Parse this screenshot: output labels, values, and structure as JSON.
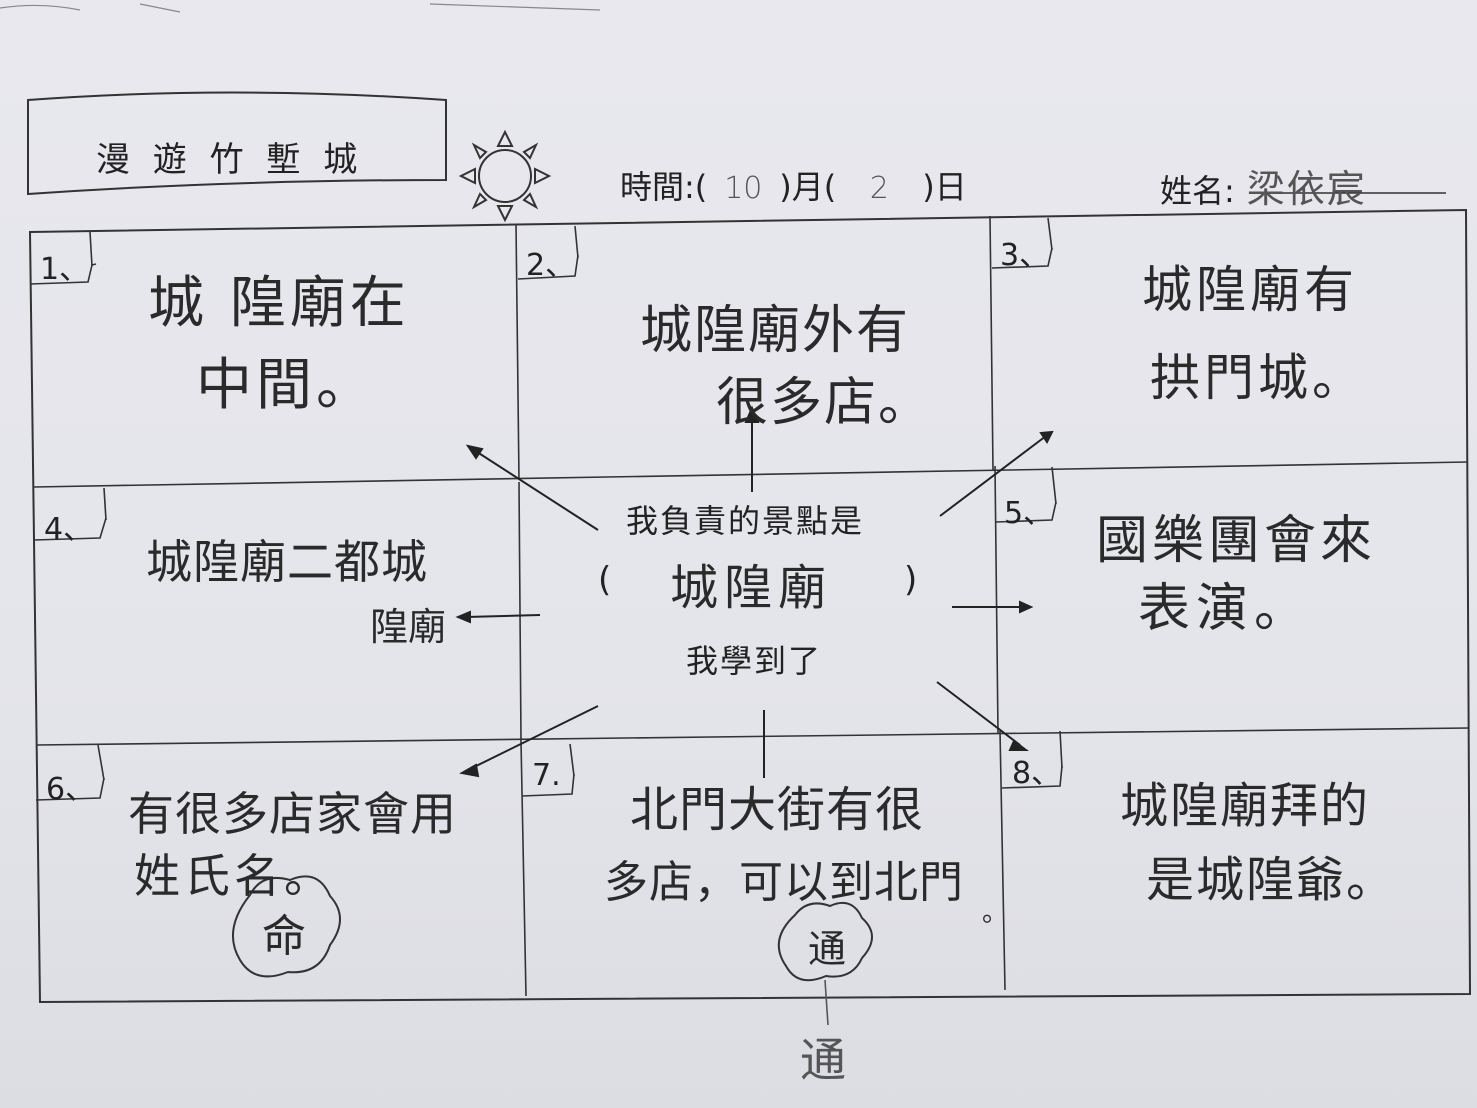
{
  "header": {
    "banner_title": "漫 遊 竹 塹 城",
    "date_label_prefix": "時間:(",
    "month_value": "10",
    "month_label": ")月(",
    "day_value": "2",
    "day_label": ")日",
    "name_label": "姓名:",
    "name_value": "梁依宸"
  },
  "center": {
    "prompt": "我負責的景點是",
    "open_paren": "(",
    "site": "城隍廟",
    "close_paren": ")",
    "learned": "我學到了"
  },
  "cells": [
    {
      "num": "1、",
      "line1": "城 隍廟在",
      "line2": "中間。"
    },
    {
      "num": "2、",
      "line1": "城隍廟外有",
      "line2": "很多店。"
    },
    {
      "num": "3、",
      "line1": "城隍廟有",
      "line2": "拱門城。"
    },
    {
      "num": "4、",
      "line1": "城隍廟二都城",
      "line2": "隍廟"
    },
    {
      "num": "5、",
      "line1": "國樂團會來",
      "line2": "表演。"
    },
    {
      "num": "6、",
      "line1": "有很多店家會用",
      "line2": "姓氏名。",
      "mark": "命"
    },
    {
      "num": "7.",
      "line1": "北門大街有很",
      "line2": "多店，可以到北門",
      "line3": "。",
      "mark": "通",
      "note": "通"
    },
    {
      "num": "8、",
      "line1": "城隍廟拜的",
      "line2": "是城隍爺。"
    }
  ]
}
